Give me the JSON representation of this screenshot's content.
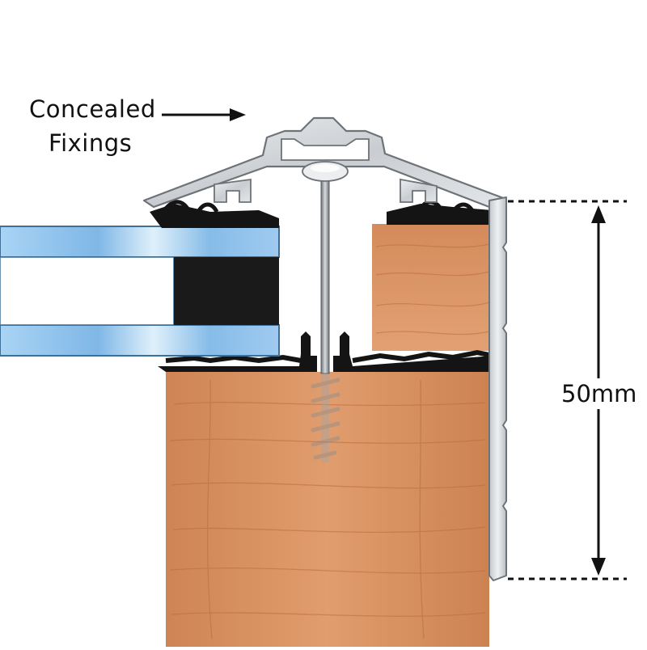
{
  "annotations": {
    "callout_line1": "Concealed",
    "callout_line2": "Fixings",
    "dimension": "50mm"
  },
  "colors": {
    "wood": "#d99262",
    "wood_dark": "#c27547",
    "aluminium": "#d4d8db",
    "aluminium_edge": "#6e7377",
    "gasket": "#141414",
    "glass_blue": "#8fc3ee",
    "spacer": "#1a1a1a",
    "screw": "#9a9da1",
    "line": "#111111"
  }
}
